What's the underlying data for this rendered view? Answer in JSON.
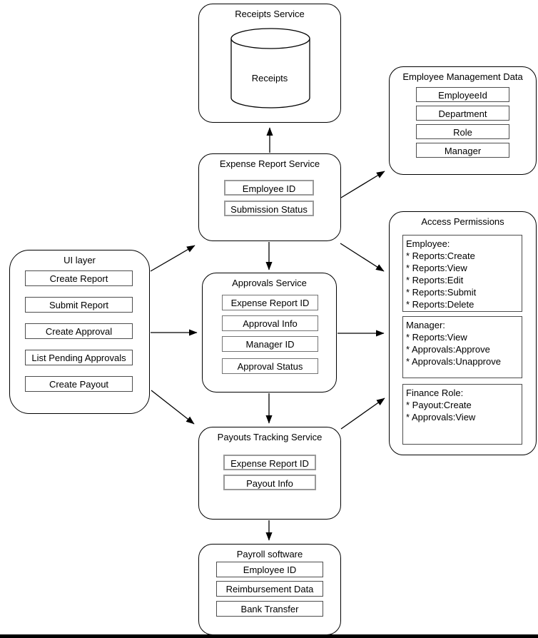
{
  "diagram": {
    "receipts_service": {
      "title": "Receipts Service",
      "database_label": "Receipts"
    },
    "expense_report_service": {
      "title": "Expense Report Service",
      "fields": [
        "Employee ID",
        "Submission Status"
      ]
    },
    "employee_management_data": {
      "title": "Employee Management Data",
      "fields": [
        "EmployeeId",
        "Department",
        "Role",
        "Manager"
      ]
    },
    "ui_layer": {
      "title": "UI layer",
      "fields": [
        "Create Report",
        "Submit Report",
        "Create Approval",
        "List Pending Approvals",
        "Create Payout"
      ]
    },
    "approvals_service": {
      "title": "Approvals Service",
      "fields": [
        "Expense Report ID",
        "Approval Info",
        "Manager ID",
        "Approval Status"
      ]
    },
    "access_permissions": {
      "title": "Access Permissions",
      "groups": [
        {
          "text": "Employee:\n* Reports:Create\n* Reports:View\n* Reports:Edit\n* Reports:Submit\n* Reports:Delete"
        },
        {
          "text": "Manager:\n* Reports:View\n* Approvals:Approve\n* Approvals:Unapprove"
        },
        {
          "text": "Finance Role:\n* Payout:Create\n* Approvals:View"
        }
      ]
    },
    "payouts_tracking_service": {
      "title": "Payouts Tracking Service",
      "fields": [
        "Expense Report ID",
        "Payout Info"
      ]
    },
    "payroll_software": {
      "title": "Payroll software",
      "fields": [
        "Employee ID",
        "Reimbursement Data",
        "Bank Transfer"
      ]
    },
    "edges": [
      {
        "from": "expense-report-service",
        "to": "receipts-service"
      },
      {
        "from": "expense-report-service",
        "to": "employee-management-data"
      },
      {
        "from": "ui-layer",
        "to": "expense-report-service"
      },
      {
        "from": "ui-layer",
        "to": "approvals-service"
      },
      {
        "from": "ui-layer",
        "to": "payouts-tracking-service"
      },
      {
        "from": "expense-report-service",
        "to": "approvals-service"
      },
      {
        "from": "expense-report-service",
        "to": "access-permissions"
      },
      {
        "from": "approvals-service",
        "to": "access-permissions"
      },
      {
        "from": "payouts-tracking-service",
        "to": "access-permissions"
      },
      {
        "from": "approvals-service",
        "to": "payouts-tracking-service"
      },
      {
        "from": "payouts-tracking-service",
        "to": "payroll-software"
      }
    ],
    "colors": {
      "line": "#000000",
      "field_border_gray": "#999999",
      "field_border_dark": "#4d4d4d",
      "background": "#ffffff"
    }
  }
}
